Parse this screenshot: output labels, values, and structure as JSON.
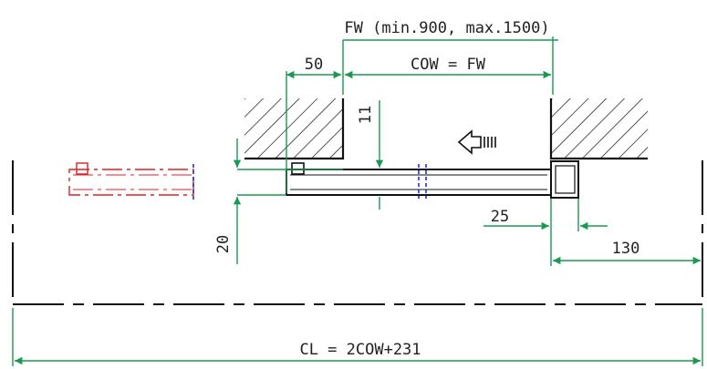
{
  "dimensions": {
    "fw_range": "FW (min.900, max.1500)",
    "cow_eq_fw": "COW = FW",
    "d50": "50",
    "d11": "11",
    "d20": "20",
    "d25": "25",
    "d130": "130",
    "cl_formula": "CL = 2COW+231"
  },
  "colors": {
    "dimension_line": "#1a9a50",
    "outline": "#111111",
    "ghost_door": "#e02020",
    "break_mark": "#2233cc"
  },
  "icons": {
    "opening_direction": "arrow-left-icon"
  }
}
